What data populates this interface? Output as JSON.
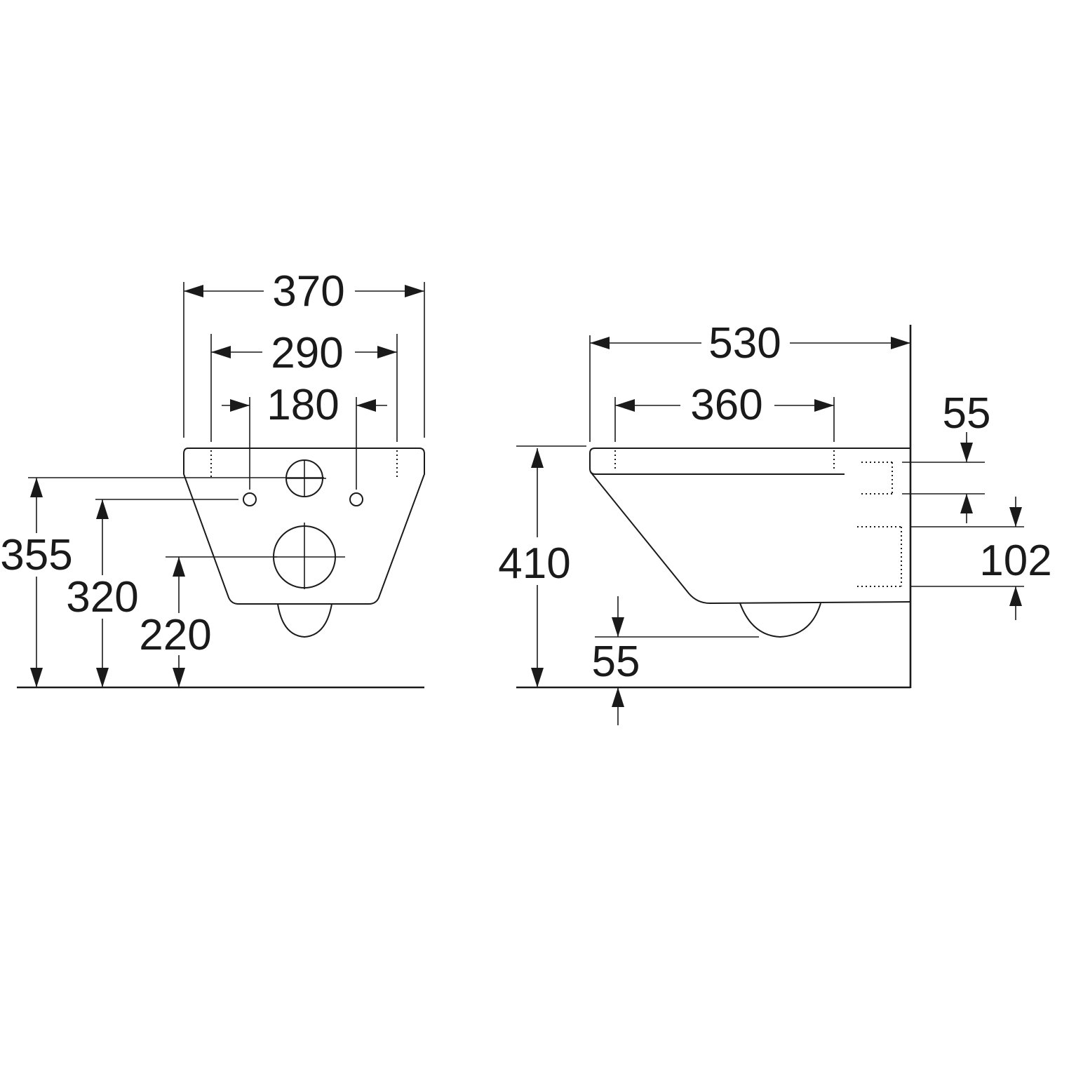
{
  "front_view": {
    "width_overall": "370",
    "width_fixing_outer": "290",
    "width_fixing_inner": "180",
    "height_fixing_top": "355",
    "height_fixing_holes": "320",
    "height_outlet": "220"
  },
  "side_view": {
    "depth_overall": "530",
    "depth_seat": "360",
    "height_total": "410",
    "inlet_height": "55",
    "outlet_diameter": "102",
    "outlet_bottom_offset": "55"
  }
}
